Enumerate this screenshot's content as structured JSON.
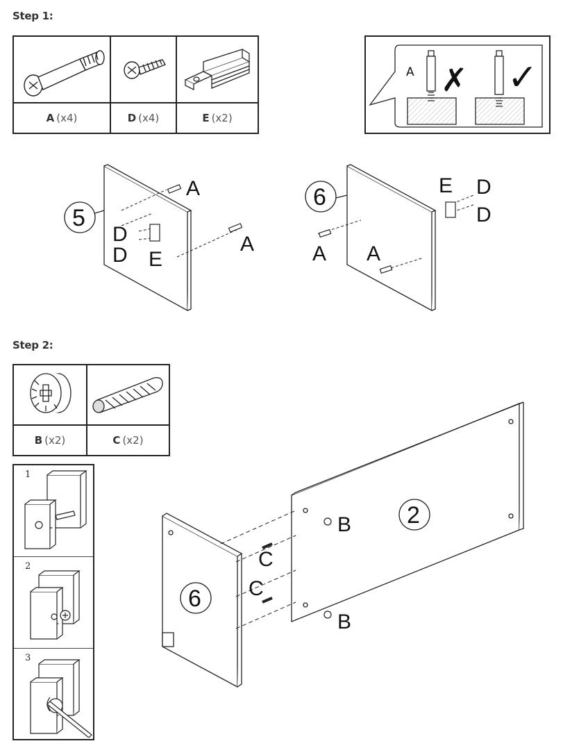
{
  "step1": {
    "title": "Step 1:",
    "parts": [
      {
        "letter": "A",
        "qty": "(x4)",
        "icon": "cam-bolt-icon"
      },
      {
        "letter": "D",
        "qty": "(x4)",
        "icon": "screw-icon"
      },
      {
        "letter": "E",
        "qty": "(x2)",
        "icon": "magnetic-catch-icon"
      }
    ],
    "hint": {
      "letter": "A",
      "wrong": "✗",
      "right": "✓"
    },
    "panels": [
      {
        "number": "5",
        "labels": [
          "A",
          "D",
          "D",
          "E",
          "A"
        ]
      },
      {
        "number": "6",
        "labels": [
          "E",
          "D",
          "D",
          "A",
          "A"
        ]
      }
    ]
  },
  "step2": {
    "title": "Step 2:",
    "parts": [
      {
        "letter": "B",
        "qty": "(x2)",
        "icon": "cam-lock-icon"
      },
      {
        "letter": "C",
        "qty": "(x2)",
        "icon": "wooden-dowel-icon"
      }
    ],
    "substeps": [
      "1",
      "2",
      "3"
    ],
    "assembly": {
      "panel_left": "6",
      "panel_right": "2",
      "labels": [
        "B",
        "C",
        "C",
        "B"
      ]
    }
  }
}
